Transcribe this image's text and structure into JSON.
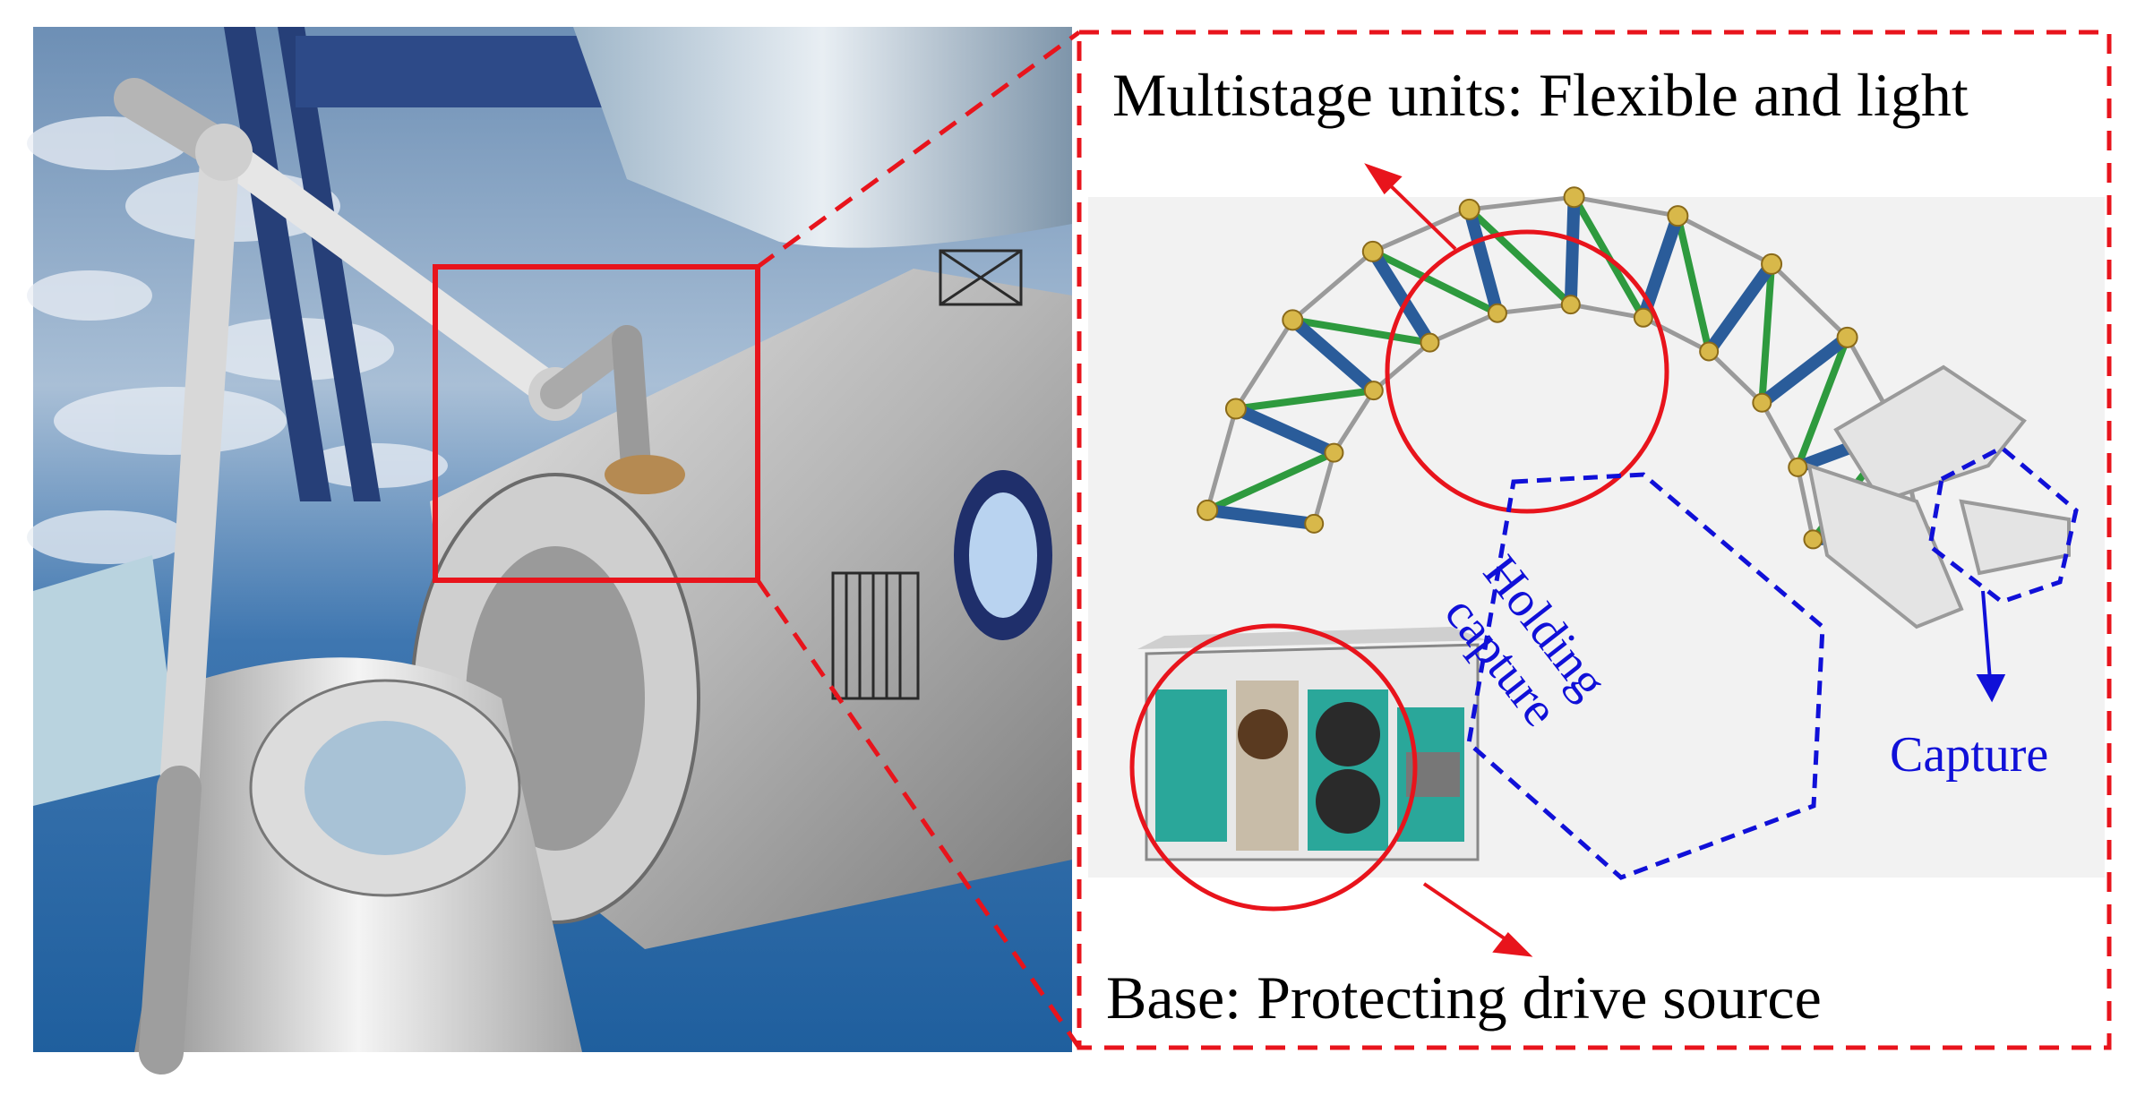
{
  "labels": {
    "multistage": "Multistage units: Flexible and light",
    "base": "Base: Protecting drive source",
    "holding_line1": "Holding",
    "holding_line2": "capture",
    "capture": "Capture"
  },
  "colors": {
    "highlight_red": "#e8141c",
    "capture_blue": "#1010d8",
    "panel_bg": "#f2f2f2",
    "space_blue": "#2f6aa6",
    "module_grey": "#bfbfbf",
    "arm_blue": "#2a5c9a",
    "arm_green": "#2e9a3e",
    "joint_gold": "#d8b84a",
    "base_teal": "#2aa79a"
  },
  "icons": {
    "photo_left": "space-station-photo",
    "arm_illustration": "continuum-robot-arm",
    "gripper": "capture-gripper"
  }
}
